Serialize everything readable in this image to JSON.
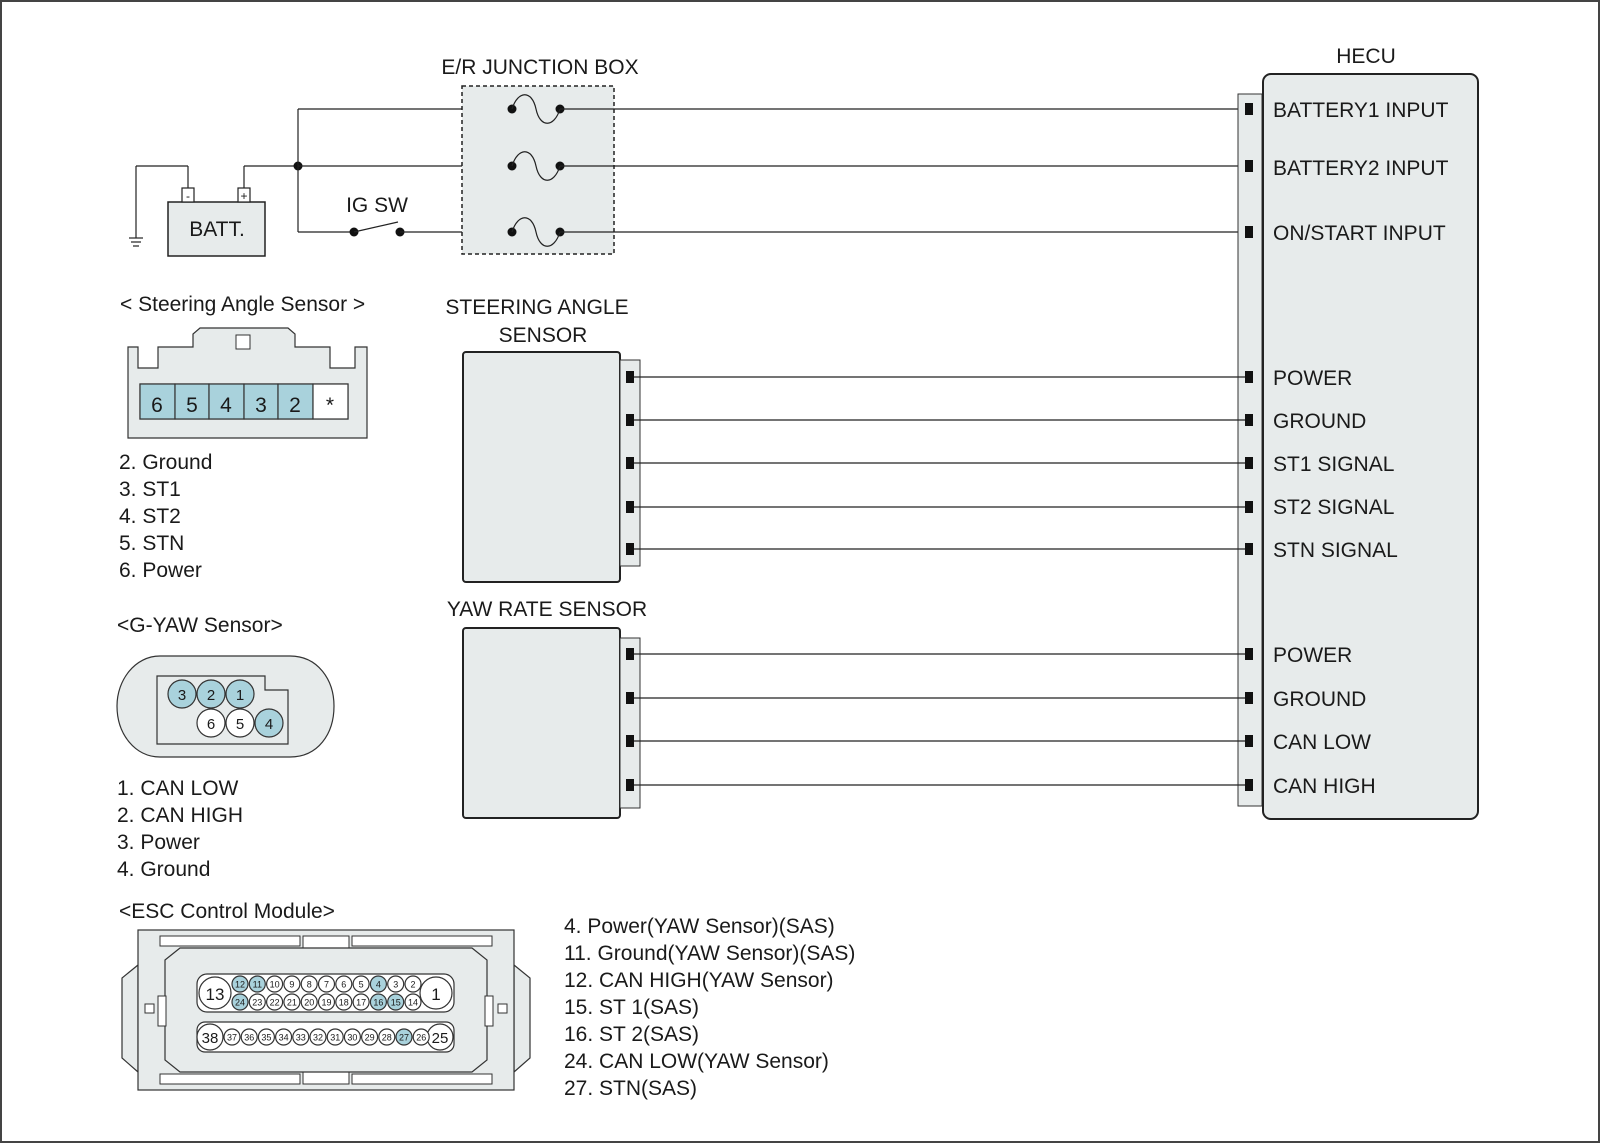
{
  "colors": {
    "highlight": "#a9d2dc",
    "panel": "#e7ebeb",
    "line": "#222222"
  },
  "junction_box": {
    "title": "E/R JUNCTION BOX"
  },
  "battery": {
    "label": "BATT.",
    "neg": "-",
    "pos": "+"
  },
  "ig_switch": {
    "label": "IG SW"
  },
  "hecu": {
    "title": "HECU",
    "inputs": [
      "BATTERY1 INPUT",
      "BATTERY2 INPUT",
      "ON/START INPUT"
    ],
    "sas_pins": [
      "POWER",
      "GROUND",
      "ST1 SIGNAL",
      "ST2 SIGNAL",
      "STN SIGNAL"
    ],
    "yaw_pins": [
      "POWER",
      "GROUND",
      "CAN LOW",
      "CAN HIGH"
    ]
  },
  "sas_sensor": {
    "title_line1": "STEERING ANGLE",
    "title_line2": "SENSOR"
  },
  "yaw_sensor": {
    "title": "YAW RATE SENSOR"
  },
  "sas_connector": {
    "title": "< Steering Angle Sensor >",
    "cells": [
      "6",
      "5",
      "4",
      "3",
      "2",
      "*"
    ],
    "legend": [
      "2. Ground",
      "3. ST1",
      "4. ST2",
      "5. STN",
      "6. Power"
    ]
  },
  "gyaw_connector": {
    "title": "<G-YAW Sensor>",
    "top_pins": [
      "3",
      "2",
      "1"
    ],
    "bottom_pins": [
      "6",
      "5",
      "4"
    ],
    "legend": [
      "1. CAN LOW",
      "2. CAN HIGH",
      "3. Power",
      "4. Ground"
    ]
  },
  "esc_connector": {
    "title": "<ESC Control Module>",
    "big_left_top": "13",
    "big_right_top": "1",
    "row1": [
      "12",
      "11",
      "10",
      "9",
      "8",
      "7",
      "6",
      "5",
      "4",
      "3",
      "2"
    ],
    "row2": [
      "24",
      "23",
      "22",
      "21",
      "20",
      "19",
      "18",
      "17",
      "16",
      "15",
      "14"
    ],
    "big_left_bottom": "38",
    "big_right_bottom": "25",
    "row3": [
      "37",
      "36",
      "35",
      "34",
      "33",
      "32",
      "31",
      "30",
      "29",
      "28",
      "27",
      "26"
    ],
    "highlighted": [
      "4",
      "11",
      "12",
      "15",
      "16",
      "24",
      "27"
    ],
    "legend": [
      "4. Power(YAW Sensor)(SAS)",
      "11. Ground(YAW Sensor)(SAS)",
      "12. CAN HIGH(YAW Sensor)",
      "15. ST 1(SAS)",
      "16. ST 2(SAS)",
      "24. CAN LOW(YAW Sensor)",
      "27. STN(SAS)"
    ]
  }
}
